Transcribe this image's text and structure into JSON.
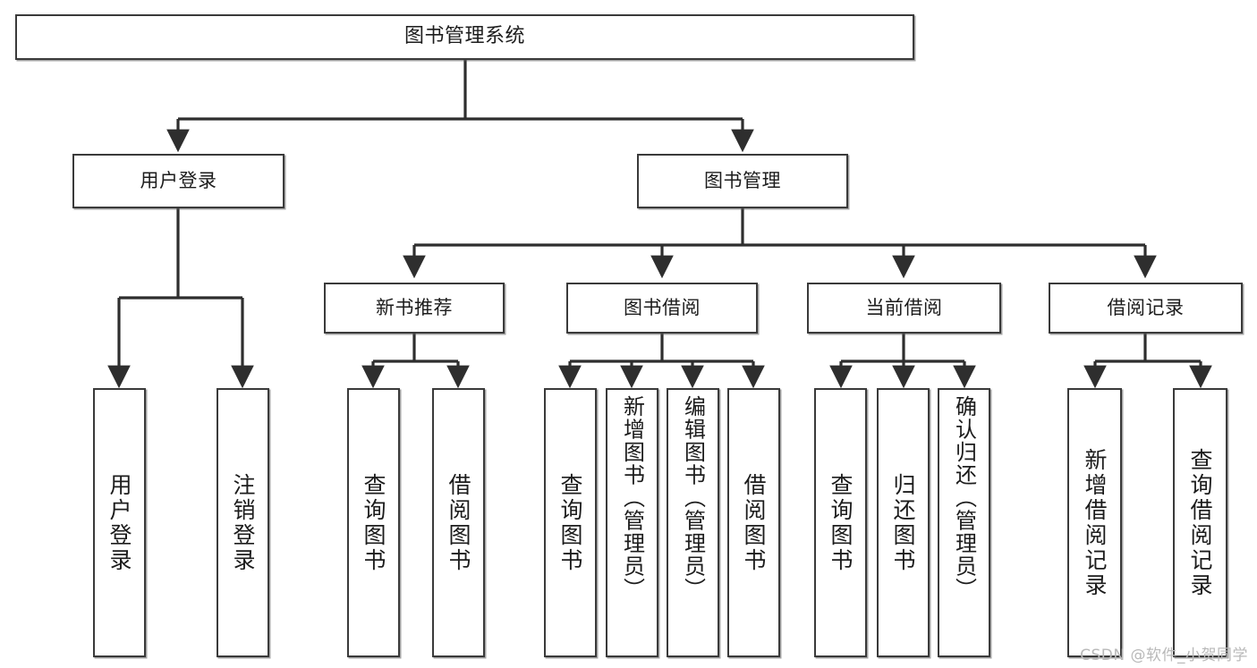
{
  "diagram": {
    "type": "tree",
    "title": "图书管理系统",
    "watermark": "CSDN @软件_小贺同学",
    "colors": {
      "stroke": "#3a3a3a",
      "fill": "#ffffff",
      "text": "#1c1c1c",
      "watermark": "#b9b9b9"
    },
    "root": {
      "label": "图书管理系统"
    },
    "level2": [
      {
        "id": "user-login",
        "label": "用户登录"
      },
      {
        "id": "book-management",
        "label": "图书管理"
      }
    ],
    "level3": [
      {
        "id": "new-book-recommend",
        "label": "新书推荐"
      },
      {
        "id": "book-borrow",
        "label": "图书借阅"
      },
      {
        "id": "current-borrow",
        "label": "当前借阅"
      },
      {
        "id": "borrow-record",
        "label": "借阅记录"
      }
    ],
    "leaves": {
      "user_login": [
        {
          "id": "leaf-user-login",
          "label": "用户登录"
        },
        {
          "id": "leaf-logout-login",
          "label": "注销登录"
        }
      ],
      "new_book_recommend": [
        {
          "id": "leaf-query-book-1",
          "label": "查询图书"
        },
        {
          "id": "leaf-borrow-book-1",
          "label": "借阅图书"
        }
      ],
      "book_borrow": [
        {
          "id": "leaf-query-book-2",
          "label": "查询图书"
        },
        {
          "id": "leaf-add-book",
          "label": "新增图书（管理员）"
        },
        {
          "id": "leaf-edit-book",
          "label": "编辑图书（管理员）"
        },
        {
          "id": "leaf-borrow-book-2",
          "label": "借阅图书"
        }
      ],
      "current_borrow": [
        {
          "id": "leaf-query-book-3",
          "label": "查询图书"
        },
        {
          "id": "leaf-return-book",
          "label": "归还图书"
        },
        {
          "id": "leaf-confirm-return",
          "label": "确认归还（管理员）"
        }
      ],
      "borrow_record": [
        {
          "id": "leaf-add-record",
          "label": "新增借阅记录"
        },
        {
          "id": "leaf-query-record",
          "label": "查询借阅记录"
        }
      ]
    }
  }
}
